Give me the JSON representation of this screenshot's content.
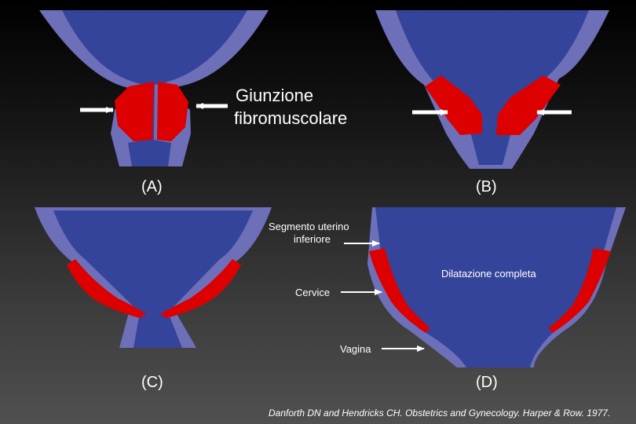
{
  "colors": {
    "outer_wall": "#6e6fb9",
    "inner_cavity": "#34449a",
    "fibromuscular": "#dd0000",
    "arrow": "#ffffff",
    "text": "#ffffff"
  },
  "panels": {
    "a": {
      "label": "(A)"
    },
    "b": {
      "label": "(B)"
    },
    "c": {
      "label": "(C)"
    },
    "d": {
      "label": "(D)"
    }
  },
  "annotations": {
    "junction_line1": "Giunzione",
    "junction_line2": "fibromuscolare",
    "lower_segment_line1": "Segmento uterino",
    "lower_segment_line2": "inferiore",
    "full_dilation": "Dilatazione completa",
    "cervix": "Cervice",
    "vagina": "Vagina"
  },
  "citation": "Danforth DN and Hendricks CH. Obstetrics and Gynecology. Harper & Row. 1977."
}
